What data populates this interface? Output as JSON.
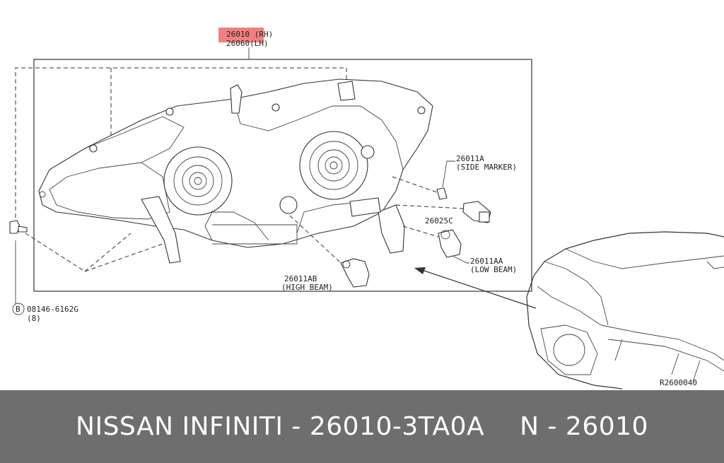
{
  "diagram": {
    "callouts": {
      "main_rh": "26010 (RH)",
      "main_lh": "26060(LH)",
      "side_marker_no": "26011A",
      "side_marker_name": "(SIDE MARKER)",
      "socket_no": "26025C",
      "low_beam_no": "26011AA",
      "low_beam_name": "(LOW BEAM)",
      "high_beam_no": "26011AB",
      "high_beam_name": "(HIGH BEAM)",
      "bolt_symbol": "B",
      "bolt_no": "08146-6162G",
      "bolt_qty": "(8)",
      "ref_code": "R2600040"
    },
    "highlight_color": "#f08080"
  },
  "footer": {
    "part_label": "NISSAN INFINITI - 26010-3TA0A",
    "group_label": "N - 26010"
  }
}
